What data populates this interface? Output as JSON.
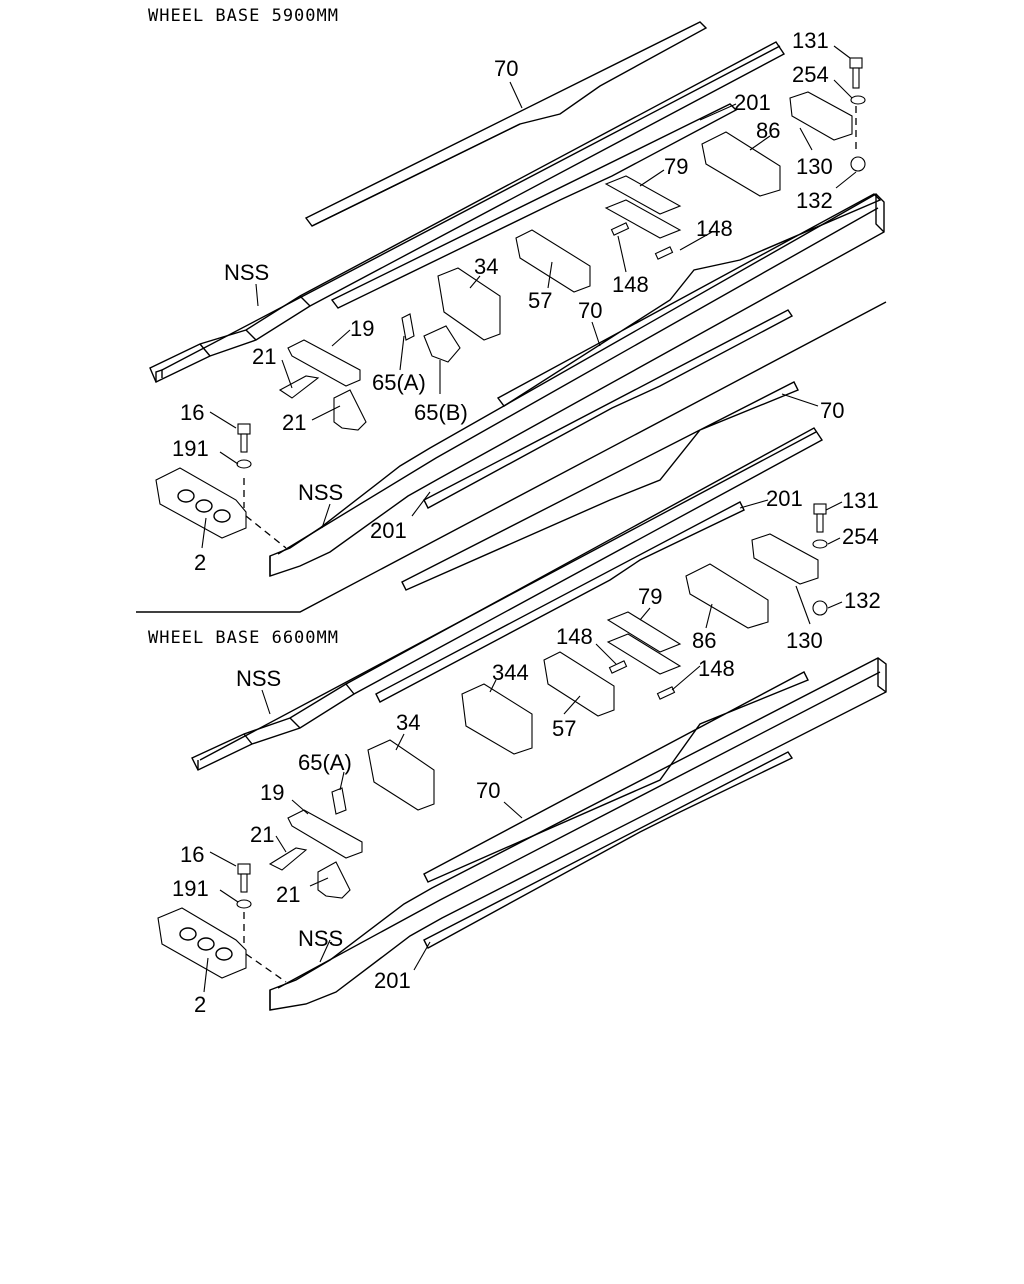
{
  "sections": [
    {
      "heading": "WHEEL BASE 5900MM"
    },
    {
      "heading": "WHEEL BASE 6600MM"
    }
  ],
  "callouts_top": [
    "70",
    "131",
    "254",
    "201",
    "86",
    "130",
    "132",
    "79",
    "148",
    "148",
    "NSS",
    "34",
    "57",
    "70",
    "19",
    "21",
    "65(A)",
    "65(B)",
    "21",
    "16",
    "191",
    "NSS",
    "201",
    "2",
    "70"
  ],
  "callouts_bottom": [
    "201",
    "131",
    "254",
    "132",
    "130",
    "79",
    "86",
    "148",
    "148",
    "NSS",
    "344",
    "57",
    "34",
    "65(A)",
    "19",
    "70",
    "21",
    "16",
    "191",
    "21",
    "NSS",
    "201",
    "2"
  ]
}
